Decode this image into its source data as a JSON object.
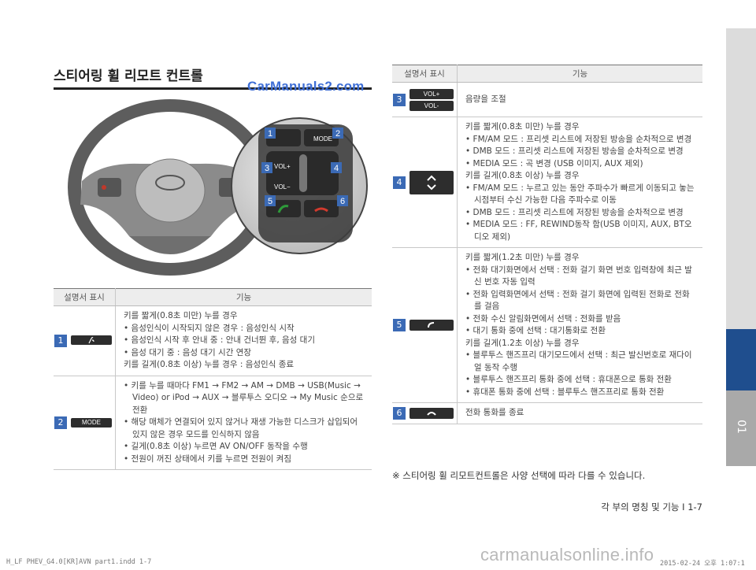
{
  "section_title": "스티어링 휠 리모트 컨트롤",
  "watermark_top": "CarManuals2.com",
  "illustration": {
    "labels": [
      "1",
      "2",
      "3",
      "4",
      "5",
      "6"
    ],
    "mode_text": "MODE",
    "vol_plus": "VOL+",
    "vol_minus": "VOL−"
  },
  "table_left": {
    "headers": [
      "설명서 표시",
      "기능"
    ],
    "rows": [
      {
        "num": "1",
        "symbol": "voice-icon",
        "lines": [
          {
            "t": "line",
            "text": "키를 짧게(0.8초 미만) 누를 경우"
          },
          {
            "t": "bullet",
            "text": "음성인식이 시작되지 않은 경우 : 음성인식 시작"
          },
          {
            "t": "bullet",
            "text": "음성인식 시작 후 안내 중 : 안내 건너뛴 후, 음성 대기"
          },
          {
            "t": "bullet",
            "text": "음성 대기 중 : 음성 대기 시간 연장"
          },
          {
            "t": "line",
            "text": "키를 길게(0.8초 이상) 누를 경우 : 음성인식 종료"
          }
        ]
      },
      {
        "num": "2",
        "symbol_text": "MODE",
        "lines": [
          {
            "t": "bullet",
            "text": "키를 누를 때마다 FM1 → FM2 → AM → DMB → USB(Music → Video) or iPod → AUX → 블루투스 오디오 → My Music 순으로 전환"
          },
          {
            "t": "bullet",
            "text": "해당 매체가 연결되어 있지 않거나 재생 가능한 디스크가 삽입되어 있지 않은 경우 모드를 인식하지 않음"
          },
          {
            "t": "bullet",
            "text": "길게(0.8초 이상) 누르면 AV ON/OFF 동작을 수행"
          },
          {
            "t": "bullet",
            "text": "전원이 꺼진 상태에서 키를 누르면 전원이 켜짐"
          }
        ]
      }
    ]
  },
  "table_right": {
    "headers": [
      "설명서 표시",
      "기능"
    ],
    "rows": [
      {
        "num": "3",
        "vol_plus": "VOL+",
        "vol_minus": "VOL-",
        "lines": [
          {
            "t": "line",
            "text": "음량을 조절"
          }
        ]
      },
      {
        "num": "4",
        "symbol": "seek-up-down-icon",
        "lines": [
          {
            "t": "line",
            "text": "키를 짧게(0.8초 미만) 누를 경우"
          },
          {
            "t": "bullet",
            "text": "FM/AM 모드 : 프리셋 리스트에 저장된 방송을 순차적으로 변경"
          },
          {
            "t": "bullet",
            "text": "DMB 모드 : 프리셋 리스트에 저장된 방송을 순차적으로 변경"
          },
          {
            "t": "bullet",
            "text": "MEDIA 모드 : 곡 변경 (USB 이미지, AUX 제외)"
          },
          {
            "t": "line",
            "text": "키를 길게(0.8초 이상) 누를 경우"
          },
          {
            "t": "bullet",
            "text": "FM/AM 모드 : 누르고 있는 동안 주파수가 빠르게 이동되고 놓는 시점부터 수신 가능한 다음 주파수로 이동"
          },
          {
            "t": "bullet",
            "text": "DMB 모드 : 프리셋 리스트에 저장된 방송을 순차적으로 변경"
          },
          {
            "t": "bullet",
            "text": "MEDIA 모드 : FF, REWIND동작 함(USB 이미지, AUX, BT오디오 제외)"
          }
        ]
      },
      {
        "num": "5",
        "symbol": "call-icon",
        "lines": [
          {
            "t": "line",
            "text": "키를 짧게(1.2초 미만) 누를 경우"
          },
          {
            "t": "bullet",
            "text": "전화 대기화면에서 선택 : 전화 걸기 화면 번호 입력창에 최근 발신 번호 자동 입력"
          },
          {
            "t": "bullet",
            "text": "전화 입력화면에서 선택 : 전화 걸기 화면에 입력된 전화로 전화를 걸음"
          },
          {
            "t": "bullet",
            "text": "전화 수신 알림화면에서 선택 : 전화를 받음"
          },
          {
            "t": "bullet",
            "text": "대기 통화 중에 선택 : 대기통화로 전환"
          },
          {
            "t": "line",
            "text": "키를 길게(1.2초 이상) 누를 경우"
          },
          {
            "t": "bullet",
            "text": "블루투스 핸즈프리 대기모드에서 선택 : 최근 발신번호로 재다이얼 동작 수행"
          },
          {
            "t": "bullet",
            "text": "블루투스 핸즈프리 통화 중에 선택 : 휴대폰으로 통화 전환"
          },
          {
            "t": "bullet",
            "text": "휴대폰 통화 중에 선택 : 블루투스 핸즈프리로 통화 전환"
          }
        ]
      },
      {
        "num": "6",
        "symbol": "end-call-icon",
        "lines": [
          {
            "t": "line",
            "text": "전화 통화를 종료"
          }
        ]
      }
    ]
  },
  "note": "※ 스티어링 휠 리모트컨트롤은 사양 선택에 따라 다를 수 있습니다.",
  "page_footer": "각 부의 명칭 및 기능 I 1-7",
  "chapter_tab": "01",
  "print_left": "H_LF PHEV_G4.0[KR]AVN part1.indd   1-7",
  "print_right": "2015-02-24  오후 1:07:1",
  "watermark_bottom": "carmanualsonline.info",
  "colors": {
    "accent": "#1f4e8e",
    "badge": "#3b6ab5",
    "call_green": "#2e9a3a",
    "endcall_red": "#d23a2e"
  }
}
